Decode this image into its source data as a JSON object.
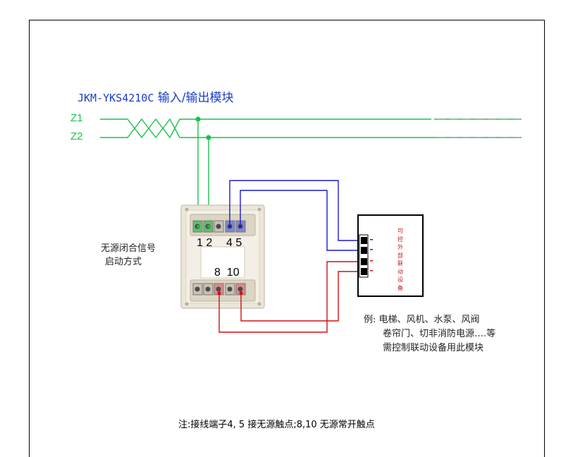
{
  "diagram": {
    "title_code": "JKM-YKS4210C",
    "title_text": "输入/输出模块",
    "bus_lines": [
      "Z1",
      "Z2"
    ],
    "module_terminals": {
      "bus": "1 2",
      "contact": "4 5",
      "passive": "8  10"
    },
    "left_note": [
      "无源闭合信号",
      "启动方式"
    ],
    "device_label": "可控外部联动设备",
    "example": [
      "例: 电梯、风机、水泵、风阀",
      "卷帘门、切非消防电源….等",
      "需控制联动设备用此模块"
    ],
    "footnote": "注:接线端子4, 5 接无源触点;8,10 无源常开触点",
    "colors": {
      "bus": "#19c24a",
      "contact": "#1a1acf",
      "passive": "#d01010",
      "title": "#1a3fc4"
    }
  }
}
